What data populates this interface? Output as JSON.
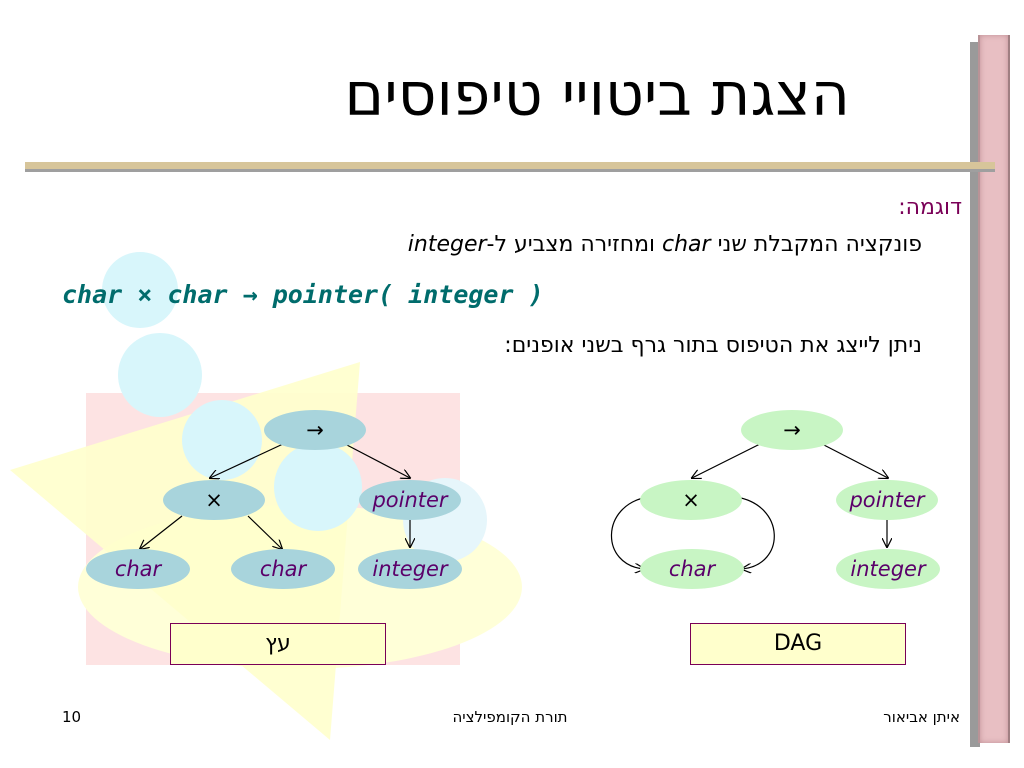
{
  "slide": {
    "title": "הצגת ביטויי טיפוסים",
    "example_label": "דוגמה:",
    "desc_part1": "פונקציה המקבלת שני ",
    "desc_char": "char",
    "desc_part2": " ומחזירה מצביע ל-",
    "desc_integer": "integer",
    "signature": "char × char → pointer( integer )",
    "note": "ניתן לייצג את הטיפוס בתור גרף בשני אופנים:"
  },
  "tree": {
    "label": "עץ",
    "nodes": {
      "arrow": "→",
      "times": "×",
      "pointer": "pointer",
      "char_left": "char",
      "char_right": "char",
      "integer": "integer"
    }
  },
  "dag": {
    "label": "DAG",
    "nodes": {
      "arrow": "→",
      "times": "×",
      "pointer": "pointer",
      "char": "char",
      "integer": "integer"
    }
  },
  "footer": {
    "page_number": "10",
    "course": "תורת הקומפילציה",
    "author": "איתן אביאור"
  },
  "colors": {
    "tree_node": "#a8d4dc",
    "dag_node": "#c8f5c4",
    "accent": "#7a0057",
    "code": "#006c6c",
    "label_box": "#ffffcc"
  }
}
